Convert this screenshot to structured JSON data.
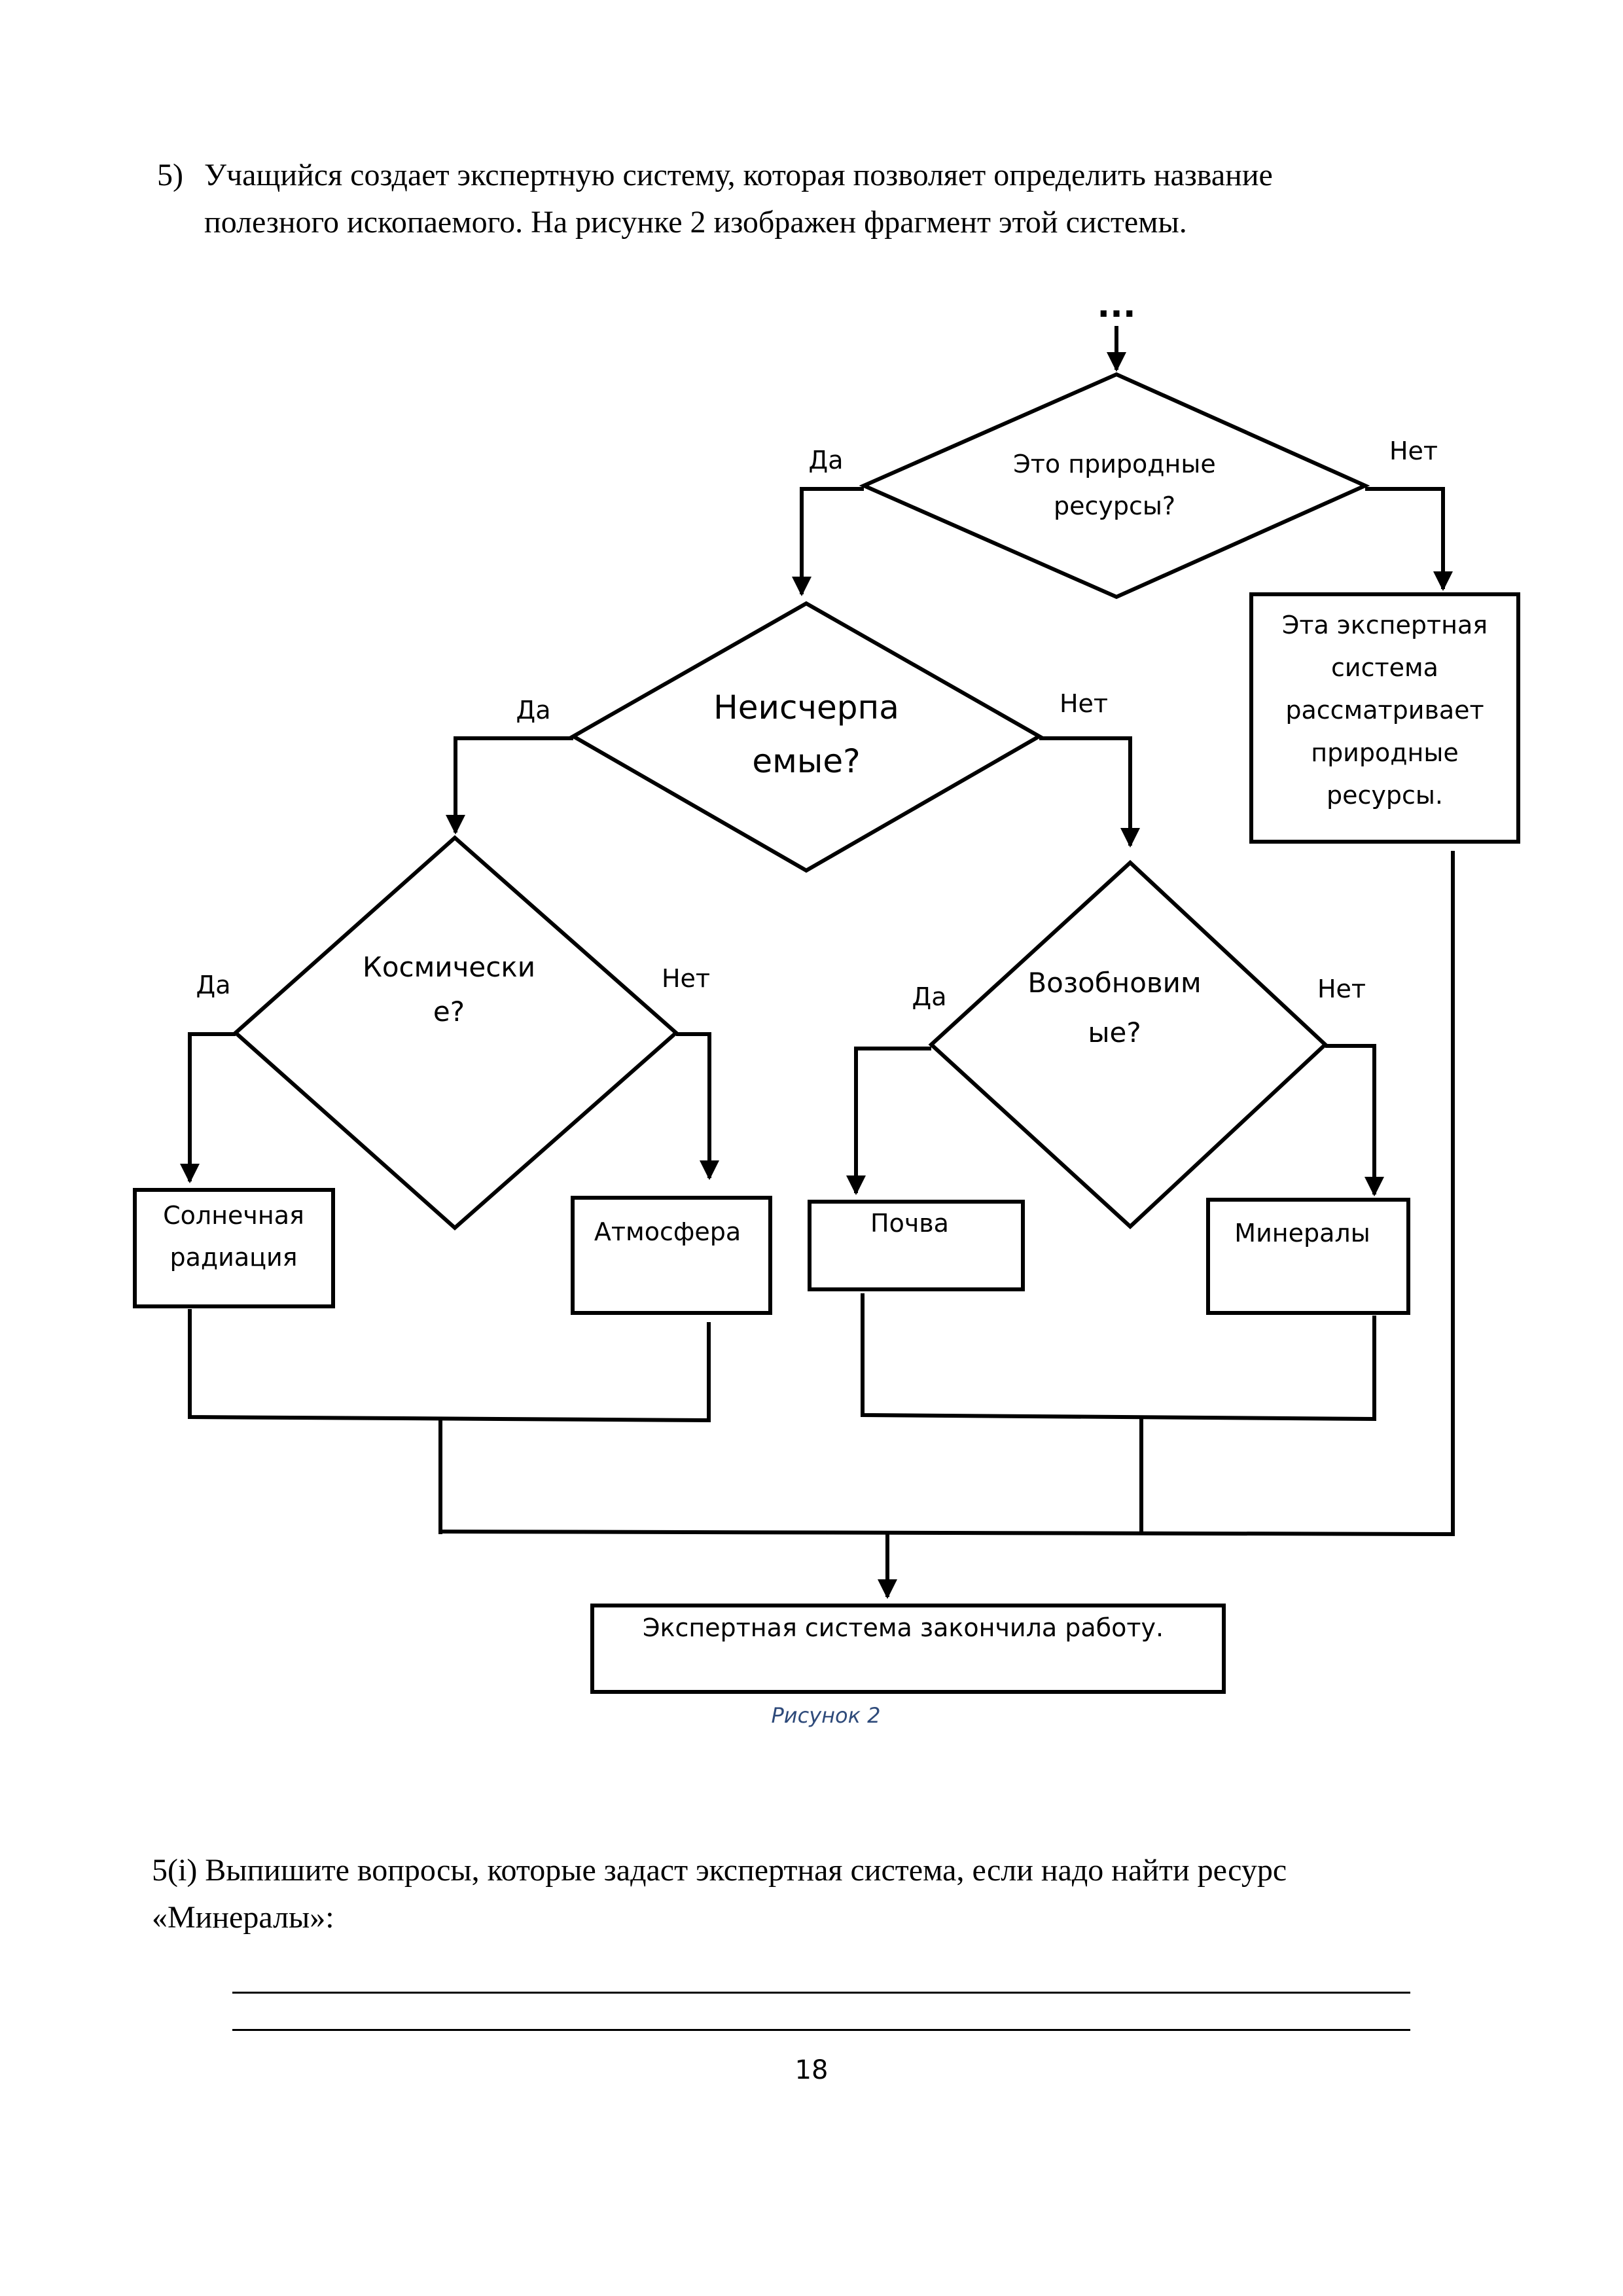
{
  "task": {
    "number": "5)",
    "line1": "Учащийся создает экспертную систему, которая позволяет определить название",
    "line2": "полезного ископаемого. На рисунке 2 изображен фрагмент этой системы."
  },
  "diagram": {
    "continuation": "...",
    "q1": {
      "line1": "Это природные",
      "line2": "ресурсы?"
    },
    "q1_yes": "Да",
    "q1_no": "Нет",
    "box_natural": {
      "line1": "Эта экспертная",
      "line2": "система",
      "line3": "рассматривает",
      "line4": "природные",
      "line5": "ресурсы."
    },
    "q2": {
      "line1": "Неисчерпа",
      "line2": "емые?"
    },
    "q2_yes": "Да",
    "q2_no": "Нет",
    "q3": {
      "line1": "Космически",
      "line2": "е?"
    },
    "q3_yes": "Да",
    "q3_no": "Нет",
    "q4": {
      "line1": "Возобновим",
      "line2": "ые?"
    },
    "q4_yes": "Да",
    "q4_no": "Нет",
    "box_solar": {
      "line1": "Солнечная",
      "line2": "радиация"
    },
    "box_atmosphere": "Атмосфера",
    "box_soil": "Почва",
    "box_minerals": "Минералы",
    "box_end": "Экспертная система закончила работу.",
    "caption": "Рисунок 2"
  },
  "question": {
    "line1": "5(i) Выпишите вопросы, которые задаст экспертная система, если надо найти ресурс",
    "line2": "«Минералы»:"
  },
  "page_number": "18",
  "colors": {
    "caption": "#2e4a7a",
    "ink": "#000000"
  }
}
